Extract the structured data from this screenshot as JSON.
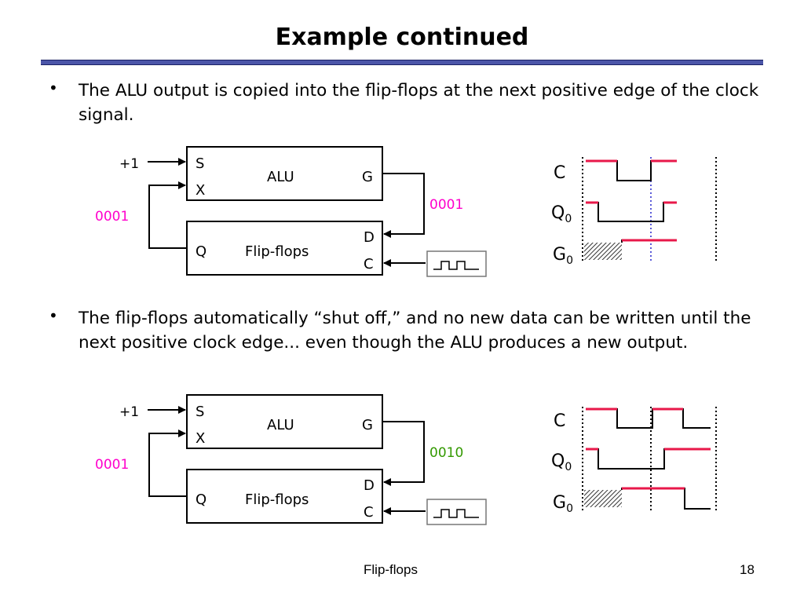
{
  "slide": {
    "title": "Example continued",
    "bullets": [
      "The ALU output is copied into the flip-flops at the next positive edge of the clock signal.",
      "The flip-flops automatically “shut off,” and no new data can be written until the next positive clock edge... even though the ALU produces a new output."
    ],
    "bullet_symbol": "•",
    "footer_title": "Flip-flops",
    "page_number": "18"
  },
  "diagram1": {
    "input_label": "+1",
    "alu_s": "S",
    "alu_x": "X",
    "alu_name": "ALU",
    "alu_g": "G",
    "ff_q": "Q",
    "ff_name": "Flip-flops",
    "ff_d": "D",
    "ff_c": "C",
    "feedback_value": "0001",
    "output_value": "0001",
    "output_value_color": "#ff00cc",
    "feedback_value_color": "#ff00cc"
  },
  "timing1": {
    "signals": [
      {
        "name": "C",
        "sub": ""
      },
      {
        "name": "Q",
        "sub": "0"
      },
      {
        "name": "G",
        "sub": "0"
      }
    ]
  },
  "diagram2": {
    "input_label": "+1",
    "alu_s": "S",
    "alu_x": "X",
    "alu_name": "ALU",
    "alu_g": "G",
    "ff_q": "Q",
    "ff_name": "Flip-flops",
    "ff_d": "D",
    "ff_c": "C",
    "feedback_value": "0001",
    "output_value": "0010",
    "output_value_color": "#339900",
    "feedback_value_color": "#ff00cc"
  },
  "timing2": {
    "signals": [
      {
        "name": "C",
        "sub": ""
      },
      {
        "name": "Q",
        "sub": "0"
      },
      {
        "name": "G",
        "sub": "0"
      }
    ]
  },
  "colors": {
    "rule": "#4b55a8",
    "active_level": "#e8184a",
    "trace": "#000000",
    "edge_marker": "#2222cc"
  }
}
